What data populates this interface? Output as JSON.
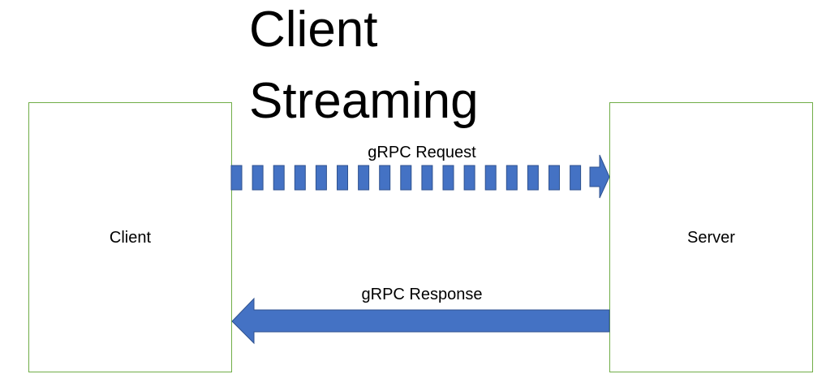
{
  "title": {
    "line1": "Client",
    "line2": "Streaming"
  },
  "nodes": {
    "client": "Client",
    "server": "Server"
  },
  "edges": {
    "request_label": "gRPC Request",
    "response_label": "gRPC Response"
  },
  "colors": {
    "box_border": "#70ad47",
    "arrow_fill": "#4472c4",
    "arrow_stroke": "#2f528f"
  }
}
